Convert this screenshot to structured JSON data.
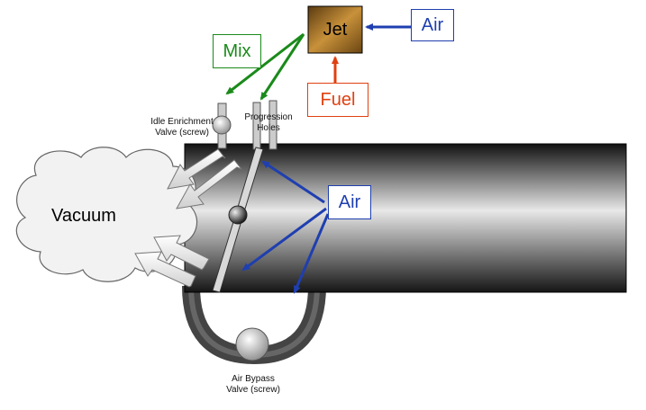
{
  "labels": {
    "jet": "Jet",
    "air_top": "Air",
    "mix": "Mix",
    "fuel": "Fuel",
    "vacuum": "Vacuum",
    "air_mid": "Air",
    "idle_line1": "Idle Enrichment",
    "idle_line2": "Valve (screw)",
    "prog_line1": "Progression",
    "prog_line2": "Holes",
    "bypass_line1": "Air Bypass",
    "bypass_line2": "Valve (screw)"
  },
  "colors": {
    "air": "#1f3fb0",
    "mix": "#1a8a1a",
    "fuel": "#e04010",
    "jet_box": "#b07a2a"
  }
}
